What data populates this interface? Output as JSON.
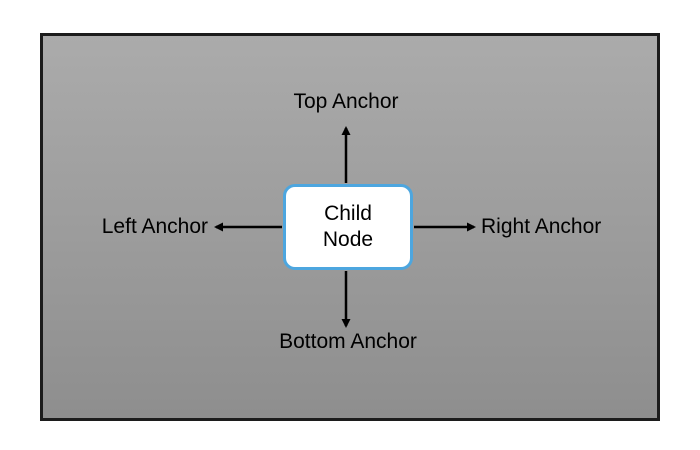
{
  "diagram": {
    "node": {
      "line1": "Child",
      "line2": "Node"
    },
    "anchors": {
      "top": "Top Anchor",
      "bottom": "Bottom Anchor",
      "left": "Left Anchor",
      "right": "Right Anchor"
    }
  },
  "colors": {
    "frame_border": "#1c1c1c",
    "bg_top": "#ababab",
    "bg_bottom": "#8e8e8e",
    "node_fill": "#ffffff",
    "node_border": "#4da6df",
    "arrow_color": "#000000",
    "label_color": "#000000"
  }
}
